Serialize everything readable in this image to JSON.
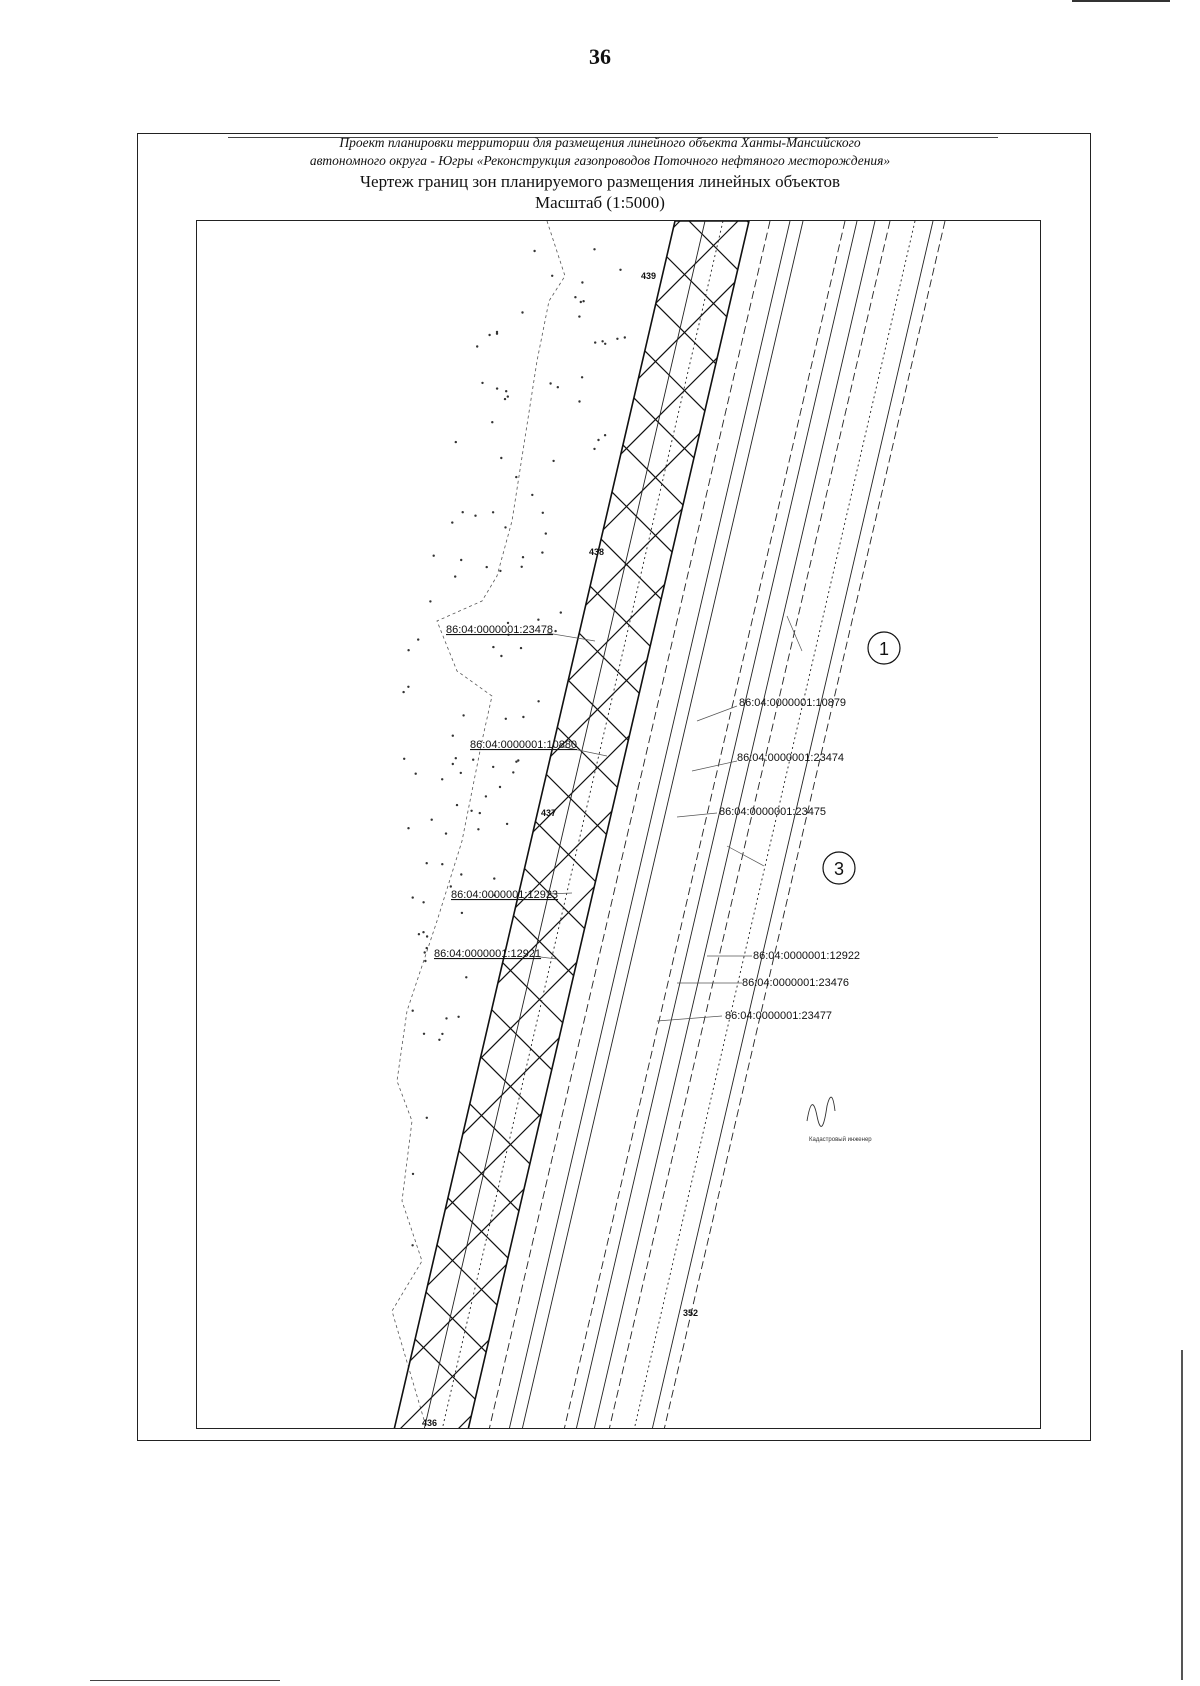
{
  "page": {
    "number": "36",
    "header": {
      "project_line1": "Проект планировки территории для размещения линейного объекта Ханты-Мансийского",
      "project_line2": "автономного округа - Югры «Реконструкция газопроводов Поточного нефтяного месторождения»",
      "drawing_title": "Чертеж границ зон планируемого размещения линейных объектов",
      "scale": "Масштаб (1:5000)"
    }
  },
  "map": {
    "parcels": [
      {
        "id": "86:04:0000001:23478"
      },
      {
        "id": "86:04:0000001:10880"
      },
      {
        "id": "86:04:0000001:12923"
      },
      {
        "id": "86:04:0000001:12921"
      },
      {
        "id": "86:04:0000001:10879"
      },
      {
        "id": "86:04:0000001:23474"
      },
      {
        "id": "86:04:0000001:23475"
      },
      {
        "id": "86:04:0000001:12922"
      },
      {
        "id": "86:04:0000001:23476"
      },
      {
        "id": "86:04:0000001:23477"
      }
    ],
    "heights": [
      "439",
      "438",
      "437",
      "436",
      "352"
    ],
    "callouts": [
      "1",
      "3"
    ],
    "stamp_text": "Кадастровый инженер"
  }
}
